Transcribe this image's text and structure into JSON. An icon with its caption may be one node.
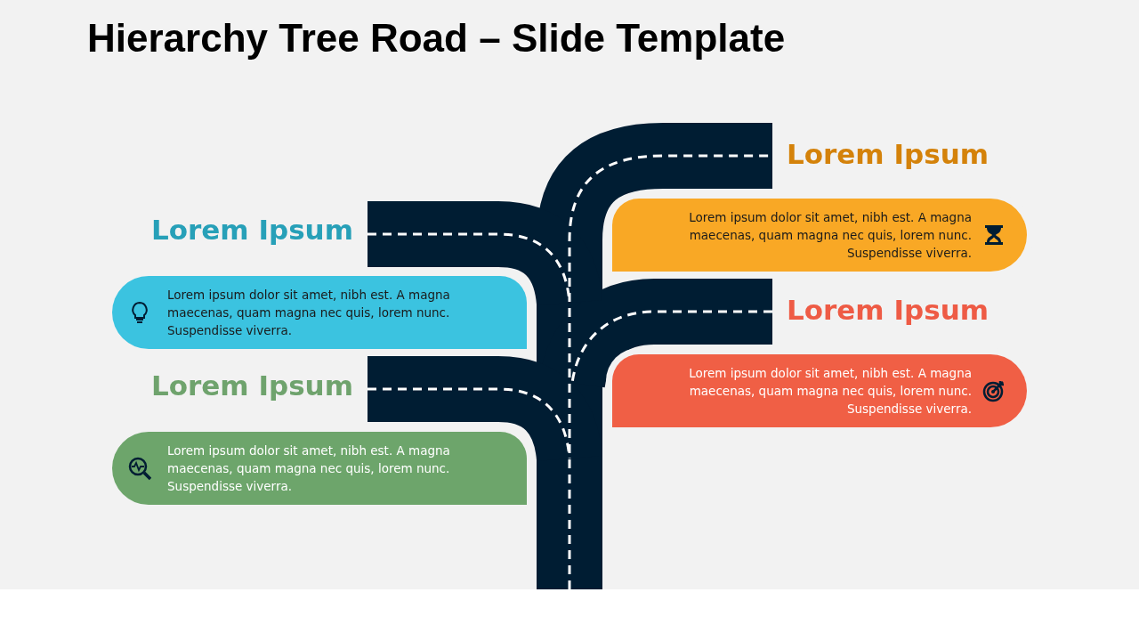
{
  "diagram": {
    "title": "Hierarchy Tree Road – Slide Template",
    "nodes": [
      {
        "text": [
          "Lorem Ipsum",
          "Lorem ipsum dolor sit amet, nibh est. A magna maecenas, quam magna nec quis, lorem nunc. Suspendisse viverra."
        ]
      },
      {
        "text": [
          "Lorem Ipsum",
          "Lorem ipsum dolor sit amet, nibh est. A magna maecenas, quam magna nec quis, lorem nunc. Suspendisse viverra."
        ]
      },
      {
        "text": [
          "Lorem Ipsum",
          "Lorem ipsum dolor sit amet, nibh est. A magna maecenas, quam magna nec quis, lorem nunc. Suspendisse viverra."
        ]
      },
      {
        "text": [
          "Lorem Ipsum",
          "Lorem ipsum dolor sit amet, nibh est. A magna maecenas, quam magna nec quis, lorem nunc. Suspendisse viverra."
        ]
      }
    ]
  }
}
